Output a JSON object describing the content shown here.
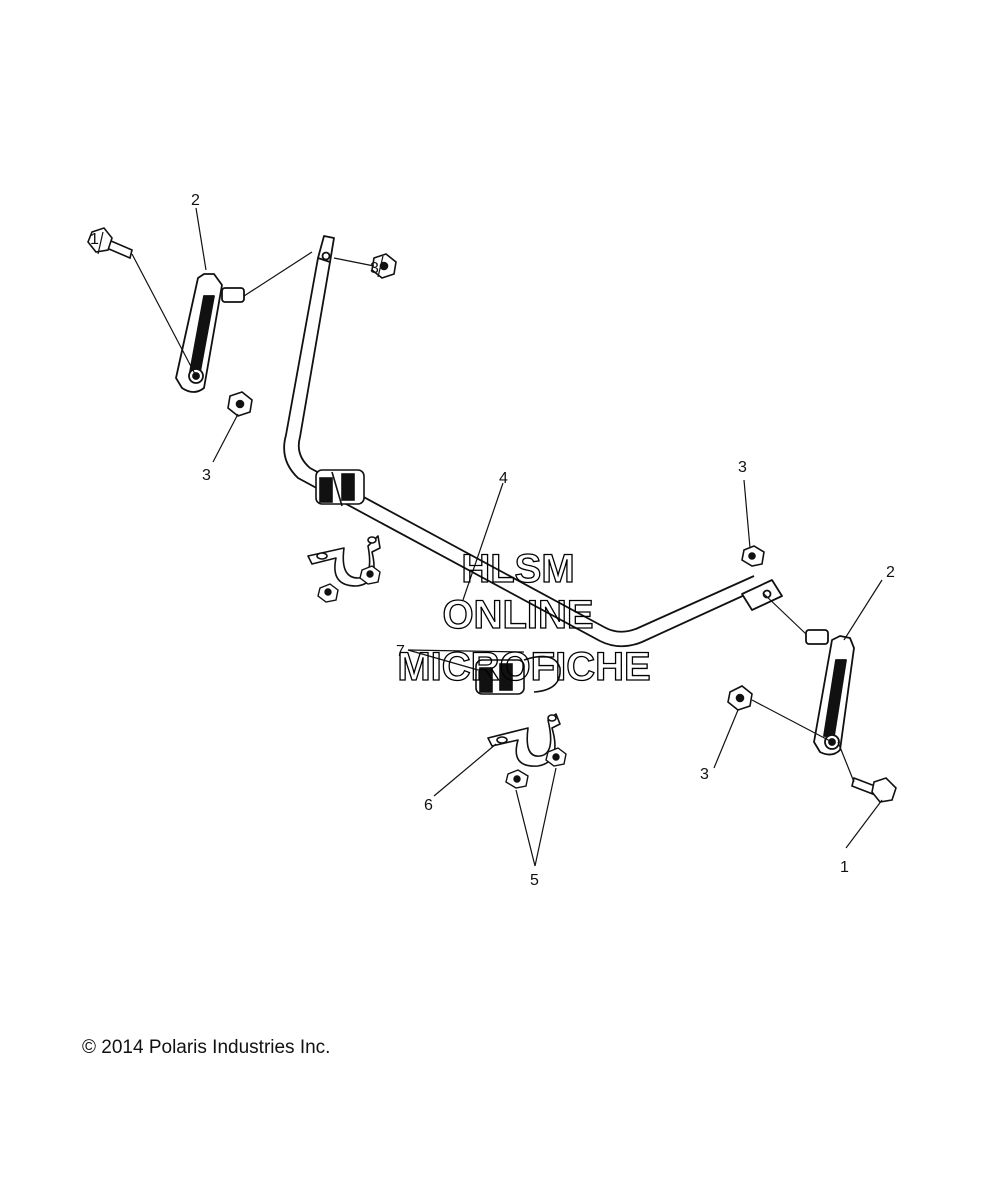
{
  "diagram": {
    "callouts": {
      "c1_left": "1",
      "c1_right": "1",
      "c2_left": "2",
      "c2_right": "2",
      "c3_top": "3",
      "c3_left_nut": "3",
      "c3_right_top": "3",
      "c3_right_nut": "3",
      "c4": "4",
      "c5": "5",
      "c6": "6",
      "c7": "7"
    },
    "watermark": {
      "line1": "HLSM",
      "line2": "ONLINE",
      "line3": "MICROFICHE"
    },
    "copyright": "© 2014 Polaris Industries Inc."
  }
}
